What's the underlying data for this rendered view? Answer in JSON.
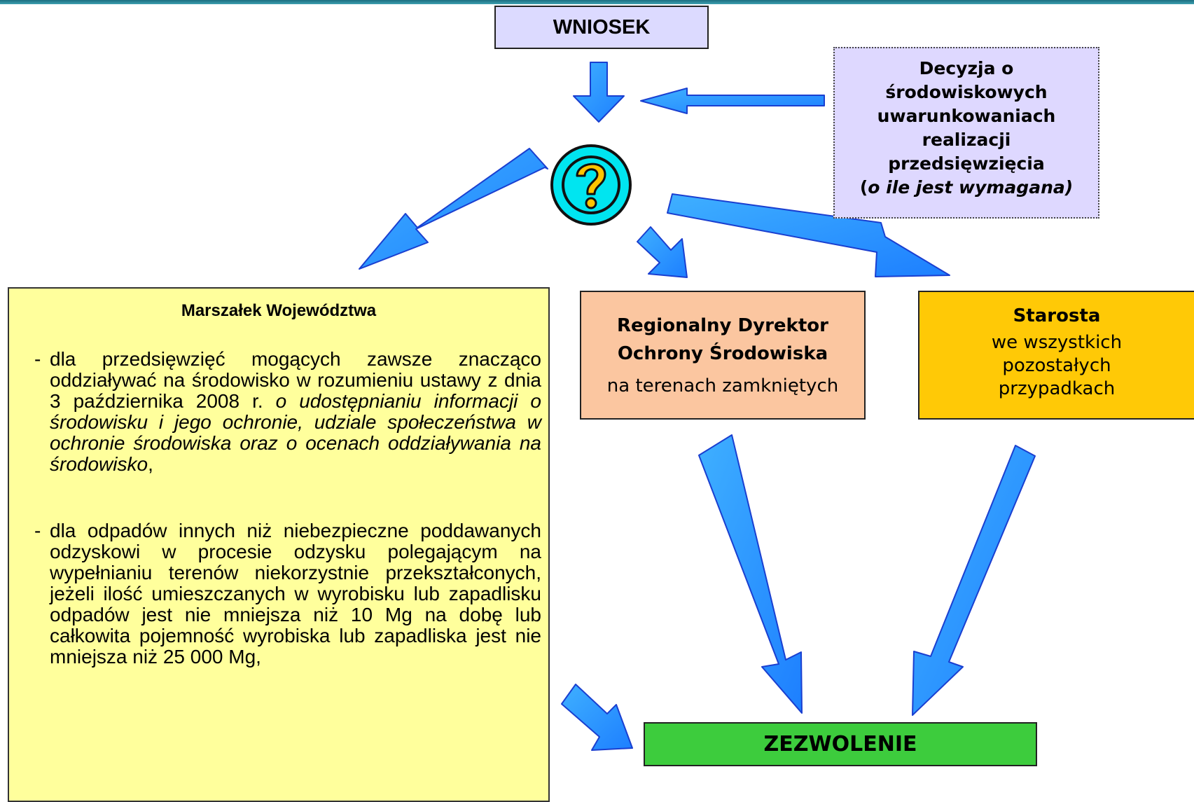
{
  "diagram": {
    "wniosek": "WNIOSEK",
    "decyzja": {
      "lines": [
        "Decyzja o",
        "środowiskowych",
        "uwarunkowaniach",
        "realizacji",
        "przedsięwzięcia"
      ],
      "note_prefix": "(",
      "note_italic": "o ile jest wymagana)"
    },
    "question_icon": "question-mark-icon",
    "marszalek": {
      "title": "Marszałek Województwa",
      "item1": {
        "dash": "-",
        "text_a": "dla przedsięwzięć mogących zawsze znacząco oddziaływać na środowisko w rozumieniu ustawy z dnia 3 października 2008 r. ",
        "text_italic": "o udostępnianiu informacji o środowisku i jego ochronie, udziale społeczeństwa w ochronie środowiska oraz o ocenach oddziaływania na środowisko",
        "text_b": ","
      },
      "item2": {
        "dash": "-",
        "text": "dla odpadów innych niż niebezpieczne poddawanych odzyskowi w procesie odzysku polegającym na wypełnianiu terenów niekorzystnie przekształconych, jeżeli ilość umieszczanych w wyrobisku lub zapadlisku odpadów jest nie mniejsza niż 10 Mg na dobę lub całkowita pojemność wyrobiska lub zapadliska jest nie mniejsza niż 25 000 Mg,"
      }
    },
    "rdos": {
      "title_line1": "Regionalny Dyrektor",
      "title_line2": "Ochrony Środowiska",
      "subtitle": "na terenach zamkniętych"
    },
    "starosta": {
      "title": "Starosta",
      "lines": [
        "we wszystkich",
        "pozostałych",
        "przypadkach"
      ]
    },
    "zezwolenie": "ZEZWOLENIE",
    "colors": {
      "arrow_fill": "#2e9bff",
      "arrow_stroke": "#1a3fd0",
      "wniosek_bg": "#dcdaff",
      "decyzja_bg": "#ded8ff",
      "marszalek_bg": "#ffff9c",
      "rdos_bg": "#fbc6a0",
      "starosta_bg": "#ffc906",
      "zezwolenie_bg": "#3dcc3d",
      "question_ring": "#00e5f0",
      "question_mark": "#ffc400"
    }
  }
}
